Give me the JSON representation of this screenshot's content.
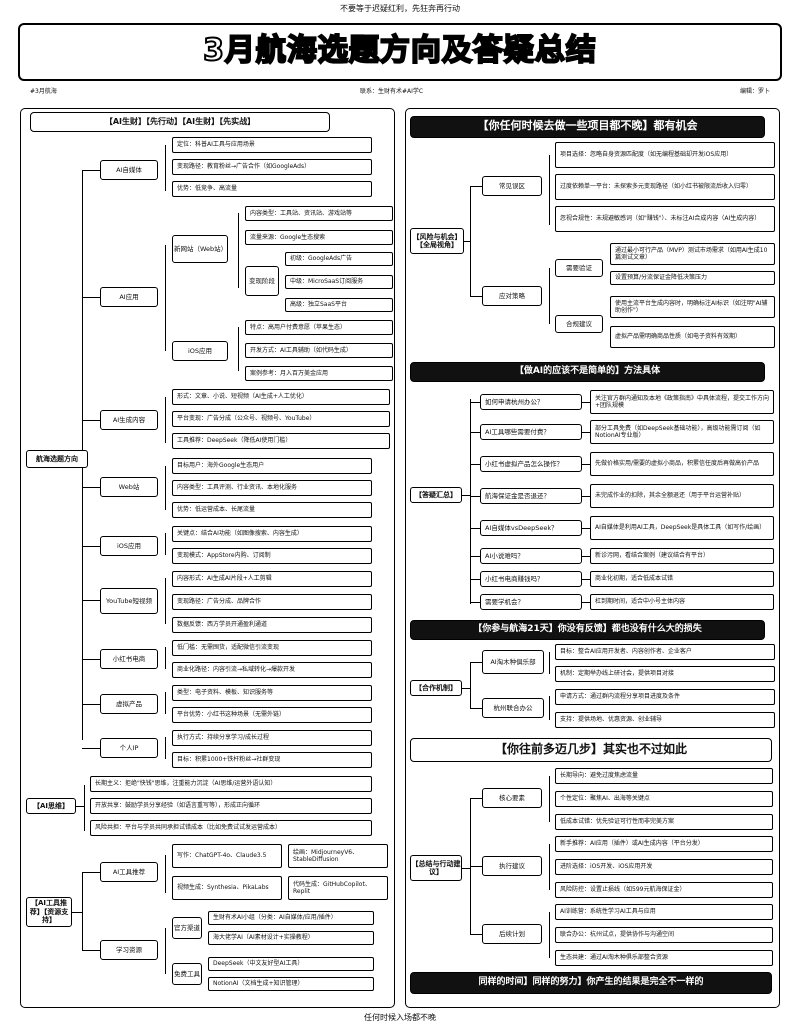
{
  "header": {
    "top_note": "不要等于迟疑红利，先狂奔再行动",
    "title": "3月航海选题方向及答疑总结",
    "meta_left": "#3月航海",
    "meta_center": "联系：生财有术#AI学C",
    "meta_right": "编辑：罗卜",
    "bottom_note": "任何时候入场都不晚"
  },
  "left": {
    "banner": "【AI生财】【先行动】【AI生财】【先实战】",
    "direction_root": "航海选题方向",
    "ai_self_media": {
      "label": "AI自媒体",
      "leaves": [
        "定位：科普AI工具与应用场景",
        "变现路径：教育粉丝→广告合作（如GoogleAds）",
        "优势：低竞争、高流量"
      ]
    },
    "ai_app": {
      "label": "AI应用",
      "web_site": "新网站（Web站）",
      "web_leaves": [
        "内容类型：工具站、资讯站、游戏站等",
        "流量来源：Google生态搜索"
      ],
      "monetize": "变现阶段",
      "monetize_leaves": [
        "初级：GoogleAds广告",
        "中级：MicroSaaS订阅服务",
        "高级：独立SaaS平台"
      ],
      "ios": "iOS应用",
      "ios_leaves": [
        "特点：高用户付费意愿（苹果生态）",
        "开发方式：AI工具辅助（如代码生成）",
        "案例参考：月入百万美金应用"
      ]
    },
    "ai_content": {
      "label": "AI生成内容",
      "leaves": [
        "形式：文章、小说、短视频（AI生成+人工优化）",
        "平台变现：广告分成（公众号、视频号、YouTube）",
        "工具推荐：DeepSeek（降低AI使用门槛）"
      ]
    },
    "web": {
      "label": "Web站",
      "leaves": [
        "目标用户：海外Google生态用户",
        "内容类型：工具评测、行业资讯、本地化服务",
        "优势：低运营成本、长尾流量"
      ]
    },
    "ios": {
      "label": "iOS应用",
      "leaves": [
        "关键点：结合AI功能（如图像搜索、内容生成）",
        "变现模式：AppStore内购、订阅制"
      ]
    },
    "youtube": {
      "label": "YouTube短视频",
      "leaves": [
        "内容形式：AI生成AI片段+人工剪辑",
        "变现路径：广告分成、品牌合作",
        "数据反馈：西方学员开通盈利通道"
      ]
    },
    "xhs": {
      "label": "小红书电商",
      "leaves": [
        "低门槛：无需囤货，适配微信引流变现",
        "商业化路径：内容引流→私域转化→爆款开发"
      ]
    },
    "virtual": {
      "label": "虚拟产品",
      "leaves": [
        "类型：电子资料、模板、知识服务等",
        "平台优势：小红书这种场景（无需外链）"
      ]
    },
    "ip": {
      "label": "个人IP",
      "leaves": [
        "执行方式：持续分享学习/成长过程",
        "目标：积累1000+铁杆粉丝→社群变现"
      ]
    },
    "thinking": {
      "label": "【AI思维】",
      "leaves": [
        "长期主义：拒绝\"快钱\"思维，注重能力沉淀（AI思维/运营外语认知）",
        "开放共享：鼓励学员分享经验（如语言重写等），形成正向循环",
        "风险共担：平台与学员共同承担试错成本（比如免费试试发运营成本）"
      ]
    },
    "tools_root": "【AI工具推荐】【资源支持】",
    "tools": {
      "label": "AI工具推荐",
      "cells": [
        "写作：ChatGPT-4o、Claude3.5",
        "绘画：MidjourneyV6、StableDiffusion",
        "视频生成：Synthesia、PikaLabs",
        "代码生成：GitHubCopilot、Replit"
      ]
    },
    "learn": {
      "label": "学习资源",
      "official": "官方渠道",
      "official_leaves": [
        "生财有术AI小组（分类：AI自媒体/应用/插件）",
        "海大佬学AI（AI素材设计+实操教程）"
      ],
      "free": "免费工具",
      "free_leaves": [
        "DeepSeek（中文友好型AI工具）",
        "NotionAI（文档生成+知识管理）"
      ]
    }
  },
  "right": {
    "banner1": "【你任何时候去做一些项目都不晚】都有机会",
    "root1": "【风险与机会】【全局视角】",
    "common": {
      "label": "常见误区",
      "leaves": [
        "项目选择：忽略自身资源匹配度（如无编程基础却开发iOS应用）",
        "过度依赖单一平台：未探索多元变现路径（如小红书被限流后收入归零）",
        "忽视合规性：未规避敏感词（如\"赚钱\"）、未标注AI合成内容（AI生成内容）"
      ]
    },
    "response": {
      "label": "应对策略",
      "test": "需要验证",
      "test_leaves": [
        "通过最小可行产品（MVP）测试市场需求（如用AI生成10篇测试文章）",
        "设置预算/分流保证金降低决策压力"
      ],
      "comply": "合规建议",
      "comply_leaves": [
        "使用主流平台生成内容时，明确标注AI标识（如注明\"AI辅助创作\"）",
        "虚拟产品需明确商品性质（如电子资料有效期）"
      ]
    },
    "banner2": "【做AI的应该不是简单的】方法具体",
    "qa_root": "【答疑汇总】",
    "qa": [
      {
        "q": "如何申请杭州办公？",
        "a": "关注官方群内通知及本地《政策指南》中具体流程，提交工作方向+团队规模"
      },
      {
        "q": "AI工具哪些需要付费？",
        "a": "部分工具免费（如DeepSeek基础功能），高级功能需订阅（如NotionAI专业版）"
      },
      {
        "q": "小红书虚拟产品怎么操作？",
        "a": "先做价格实用/需要的虚拟小商品，积累信任度后再做高价产品"
      },
      {
        "q": "航海保证金是否退还？",
        "a": "未完成作业的扣除，其余全额退还（用于平台运营补贴）"
      },
      {
        "q": "AI自媒体vsDeepSeek？",
        "a": "AI自媒体是利用AI工具，DeepSeek是具体工具（如写作/绘画）"
      },
      {
        "q": "AI小说难吗？",
        "a": "新诊污网，看结合案例（建议结合有平台）"
      },
      {
        "q": "小红书电商赚钱吗？",
        "a": "商业化初期，适合低成本试错"
      },
      {
        "q": "需要学机会？",
        "a": "杠到期时间，适合中小号主体内容"
      }
    ],
    "banner3": "【你参与航海21天】你没有反馈】都也没有什么大的损失",
    "coop_root": "【合作机制】",
    "coop": {
      "club": "AI淘木种俱乐部",
      "club_leaves": [
        "目标：整合AI应用开发者、内容创作者、企业客户",
        "机制：定期举办线上研讨会，提供项目对接"
      ],
      "hangzhou": "杭州联合办公",
      "hz_leaves": [
        "申请方式：通过群内流程分享项目进度及条件",
        "支持：提供场地、优惠资源、创业辅导"
      ]
    },
    "banner4": "【你往前多迈几步】其实也不过如此",
    "future_root": "【总结与行动建议】",
    "core": {
      "label": "核心要素",
      "leaves": [
        "长期导向：避免过度焦虑流量",
        "个性定位：聚焦AI、出海等关键点",
        "低成本试错：优先验证可行性而非完美方案"
      ]
    },
    "exec": {
      "label": "执行建议",
      "leaves": [
        "新手推荐：AI应用（插件）或AI生成内容（平台分发）",
        "进阶选择：iOS开发、iOS应用开发",
        "风险防控：设置止损线（如599元航海保证金）"
      ]
    },
    "later": {
      "label": "后续计划",
      "leaves": [
        "AI训练营：系统性学习AI工具与应用",
        "联合办公：杭州试点，提供协作与沟通空间",
        "生态共建：通过AI淘木种俱乐部整合资源"
      ]
    },
    "bottom_banner": "同样的时间】同样的努力】你产生的结果是完全不一样的"
  }
}
